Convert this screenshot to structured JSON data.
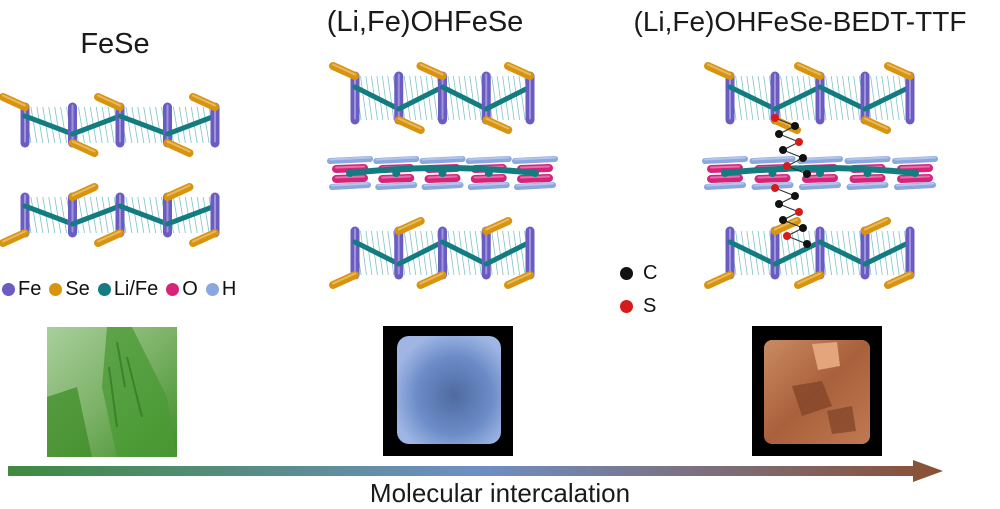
{
  "titles": {
    "fese": "FeSe",
    "lifeohfese": "(Li,Fe)OHFeSe",
    "bedt": "(Li,Fe)OHFeSe-BEDT-TTF"
  },
  "legend_main": [
    {
      "label": "Fe",
      "color": "#6a5cc2"
    },
    {
      "label": "Se",
      "color": "#d9940f"
    },
    {
      "label": "Li/Fe",
      "color": "#137c80"
    },
    {
      "label": "O",
      "color": "#d6247a"
    },
    {
      "label": "H",
      "color": "#8aa7df"
    }
  ],
  "legend_molecule": [
    {
      "label": "C",
      "color": "#111111"
    },
    {
      "label": "S",
      "color": "#d61b1b"
    }
  ],
  "photos": [
    {
      "name": "FeSe crystal",
      "color": "#4f9a3a"
    },
    {
      "name": "(Li,Fe)OHFeSe crystal",
      "color": "#7e98cf"
    },
    {
      "name": "(Li,Fe)OHFeSe-BEDT-TTF crystal",
      "color": "#b86c47"
    }
  ],
  "arrow": {
    "start_color": "#3f8a3f",
    "mid_color": "#6e8fc5",
    "end_color": "#8a4f33"
  },
  "caption": "Molecular intercalation"
}
